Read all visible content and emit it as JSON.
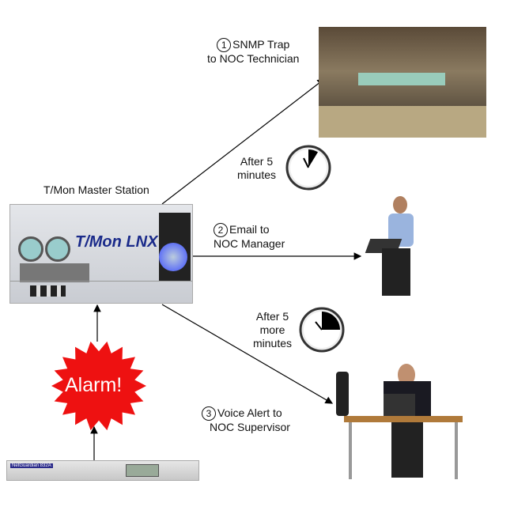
{
  "labels": {
    "master_station": "T/Mon Master Station",
    "step1_num": "1",
    "step1_line1": "SNMP Trap",
    "step1_line2": "to NOC Technician",
    "delay1_line1": "After 5",
    "delay1_line2": "minutes",
    "step2_num": "2",
    "step2_line1": "Email to",
    "step2_line2": "NOC Manager",
    "delay2_line1": "After 5",
    "delay2_line2": "more",
    "delay2_line3": "minutes",
    "step3_num": "3",
    "step3_line1": "Voice Alert to",
    "step3_line2": "NOC Supervisor",
    "alarm": "Alarm!"
  },
  "devices": {
    "tmon_logo": "T/Mon LNX",
    "netguardian_label": "NetGuardian 832A"
  },
  "colors": {
    "alarm": "#ee1111",
    "logo_blue": "#1a2a8a",
    "fan_blue": "#3a4cff"
  }
}
